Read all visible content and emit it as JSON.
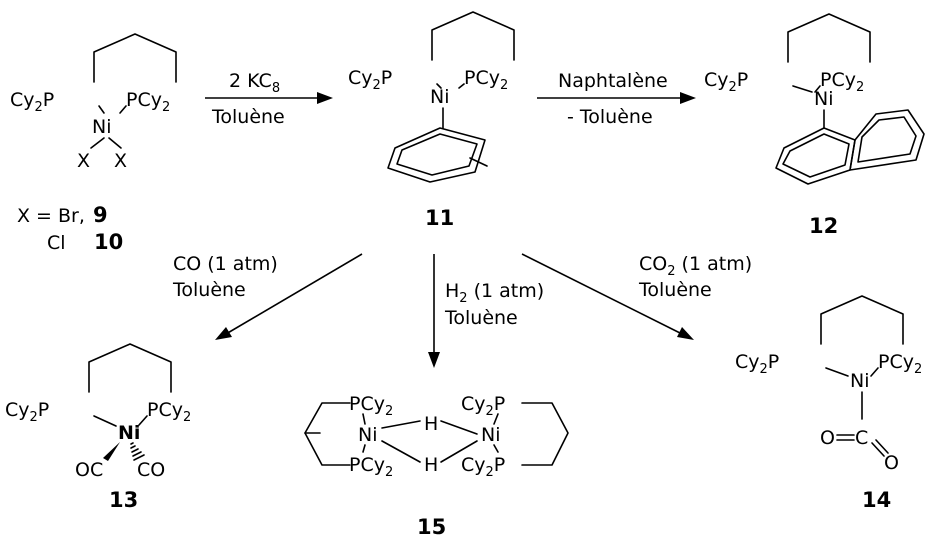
{
  "labels": {
    "cy2p": "Cy",
    "cy2p_sub": "2",
    "p": "P",
    "pcy2": "PCy",
    "pcy2_sub": "2",
    "ni": "Ni",
    "x": "X",
    "h": "H",
    "co_left": "OC",
    "co_right": "CO",
    "o": "O",
    "c": "C"
  },
  "halide_legend": {
    "line1_prefix": "X = Br,",
    "line1_number": "9",
    "line2_prefix": "Cl",
    "line2_number": "10"
  },
  "compounds": {
    "c11": "11",
    "c12": "12",
    "c13": "13",
    "c14": "14",
    "c15": "15"
  },
  "reactions": {
    "reduction": {
      "reagent": "2 KC",
      "reagent_sub": "8",
      "solvent": "Toluène"
    },
    "exchange": {
      "reagent": "Naphtalène",
      "solvent": "- Toluène"
    },
    "carbonylation": {
      "reagent": "CO (1 atm)",
      "solvent": "Toluène"
    },
    "hydrogenation": {
      "reagent": "H",
      "reagent_sub": "2",
      "reagent_tail": " (1 atm)",
      "solvent": "Toluène"
    },
    "carboxylation": {
      "reagent": "CO",
      "reagent_sub": "2",
      "reagent_tail": " (1 atm)",
      "solvent": "Toluène"
    }
  }
}
